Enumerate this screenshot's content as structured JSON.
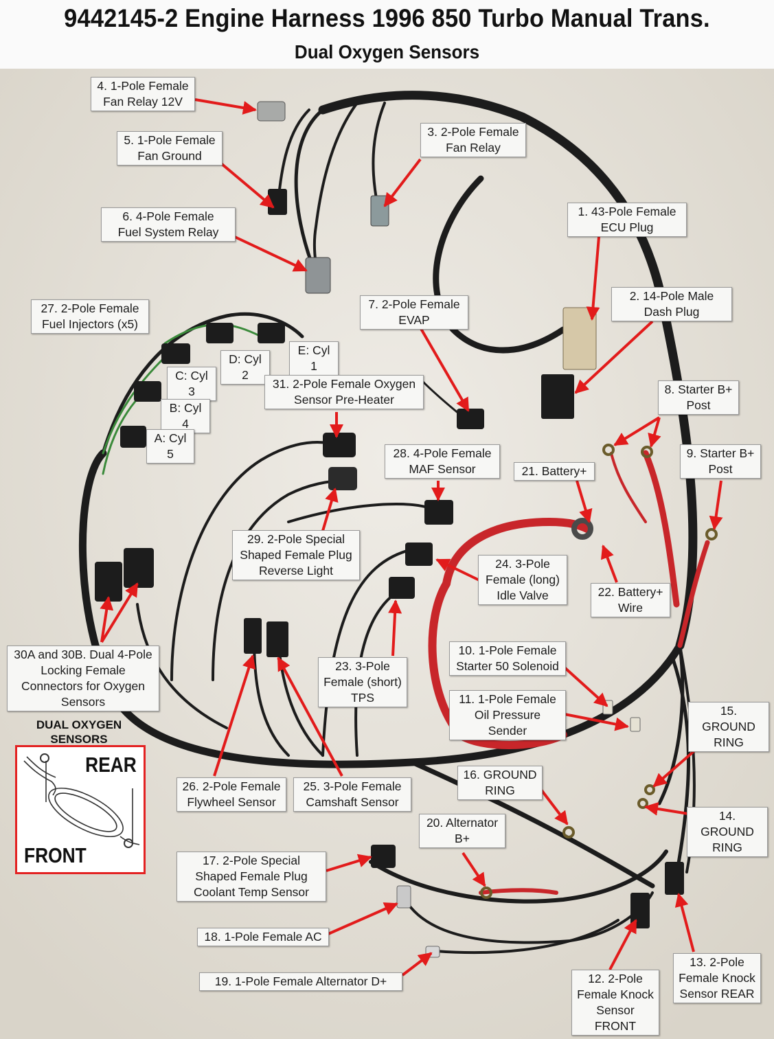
{
  "header": {
    "title": "9442145-2 Engine Harness 1996 850 Turbo Manual Trans.",
    "subtitle": "Dual Oxygen Sensors"
  },
  "callouts": {
    "c4": "4. 1-Pole Female\nFan Relay 12V",
    "c5": "5. 1-Pole Female\nFan Ground",
    "c3": "3. 2-Pole Female\nFan Relay",
    "c6": "6. 4-Pole Female\nFuel System Relay",
    "c1": "1. 43-Pole Female\nECU Plug",
    "c2": "2. 14-Pole Male\nDash Plug",
    "c27": "27. 2-Pole Female\nFuel Injectors (x5)",
    "c7": "7. 2-Pole Female\nEVAP",
    "cylE": "E: Cyl 1",
    "cylD": "D: Cyl 2",
    "cylC": "C: Cyl 3",
    "cylB": "B: Cyl 4",
    "cylA": "A: Cyl 5",
    "c31": "31. 2-Pole Female Oxygen\nSensor Pre-Heater",
    "c8": "8. Starter B+\nPost",
    "c9": "9. Starter B+\nPost",
    "c28": "28. 4-Pole Female\nMAF Sensor",
    "c21": "21. Battery+",
    "c29": "29. 2-Pole Special\nShaped Female Plug\nReverse Light",
    "c24": "24. 3-Pole\nFemale (long)\nIdle Valve",
    "c22": "22. Battery+\nWire",
    "c30": "30A and 30B. Dual 4-Pole\nLocking Female\nConnectors for Oxygen\nSensors",
    "c10": "10. 1-Pole Female\nStarter 50 Solenoid",
    "c23": "23. 3-Pole\nFemale (short)\nTPS",
    "c11": "11. 1-Pole Female\nOil Pressure Sender",
    "c15": "15. GROUND\nRING",
    "c16": "16. GROUND\nRING",
    "c26": "26. 2-Pole Female\nFlywheel Sensor",
    "c25": "25. 3-Pole Female\nCamshaft Sensor",
    "c14": "14. GROUND\nRING",
    "c20": "20. Alternator\nB+",
    "c17": "17. 2-Pole Special\nShaped Female Plug\nCoolant Temp Sensor",
    "c18": "18. 1-Pole Female AC",
    "c19": "19. 1-Pole Female Alternator D+",
    "c12": "12. 2-Pole\nFemale Knock\nSensor FRONT",
    "c13": "13. 2-Pole\nFemale Knock\nSensor REAR"
  },
  "legend": {
    "title": "DUAL OXYGEN\nSENSORS",
    "rear": "REAR",
    "front": "FRONT"
  },
  "colors": {
    "arrow": "#e21b1b",
    "wire": "#1c1c1c",
    "battery_wire": "#c8262a",
    "background": "#e8e4dc"
  }
}
